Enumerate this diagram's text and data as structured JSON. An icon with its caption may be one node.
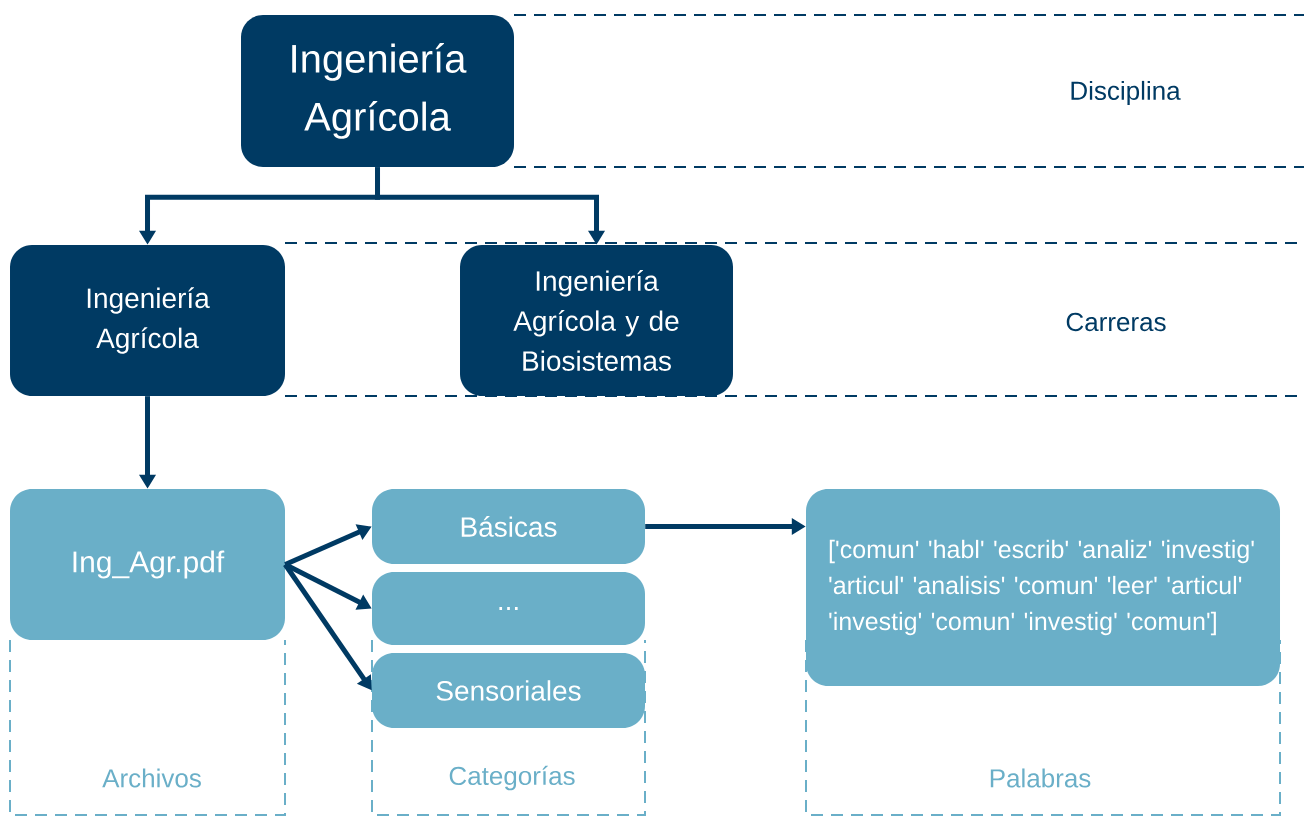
{
  "diagram": {
    "nodes": [
      {
        "text": [
          "Ingeniería Agrícola"
        ]
      },
      {
        "text": [
          "Ingeniería Agrícola"
        ]
      },
      {
        "text": [
          "Ingeniería Agrícola y de Biosistemas"
        ]
      },
      {
        "text": [
          "Ing_Agr.pdf"
        ]
      },
      {
        "text": [
          "Básicas"
        ]
      },
      {
        "text": [
          "..."
        ]
      },
      {
        "text": [
          "Sensoriales"
        ]
      },
      {
        "text": [
          "['comun' 'habl' 'escrib' 'analiz' 'investig' 'articul' 'analisis' 'comun' 'leer' 'articul' 'investig' 'comun' 'investig' 'comun']"
        ]
      }
    ],
    "edges": [
      {
        "from": 0,
        "to": 1,
        "arrow": "to"
      },
      {
        "from": 0,
        "to": 2,
        "arrow": "to"
      },
      {
        "from": 1,
        "to": 3,
        "arrow": "to"
      },
      {
        "from": 3,
        "to": 4,
        "arrow": "to"
      },
      {
        "from": 3,
        "to": 5,
        "arrow": "to"
      },
      {
        "from": 3,
        "to": 6,
        "arrow": "to"
      },
      {
        "from": 4,
        "to": 7,
        "arrow": "to"
      }
    ],
    "labels": [
      "Disciplina",
      "Carreras",
      "Archivos",
      "Categorías",
      "Palabras"
    ]
  }
}
